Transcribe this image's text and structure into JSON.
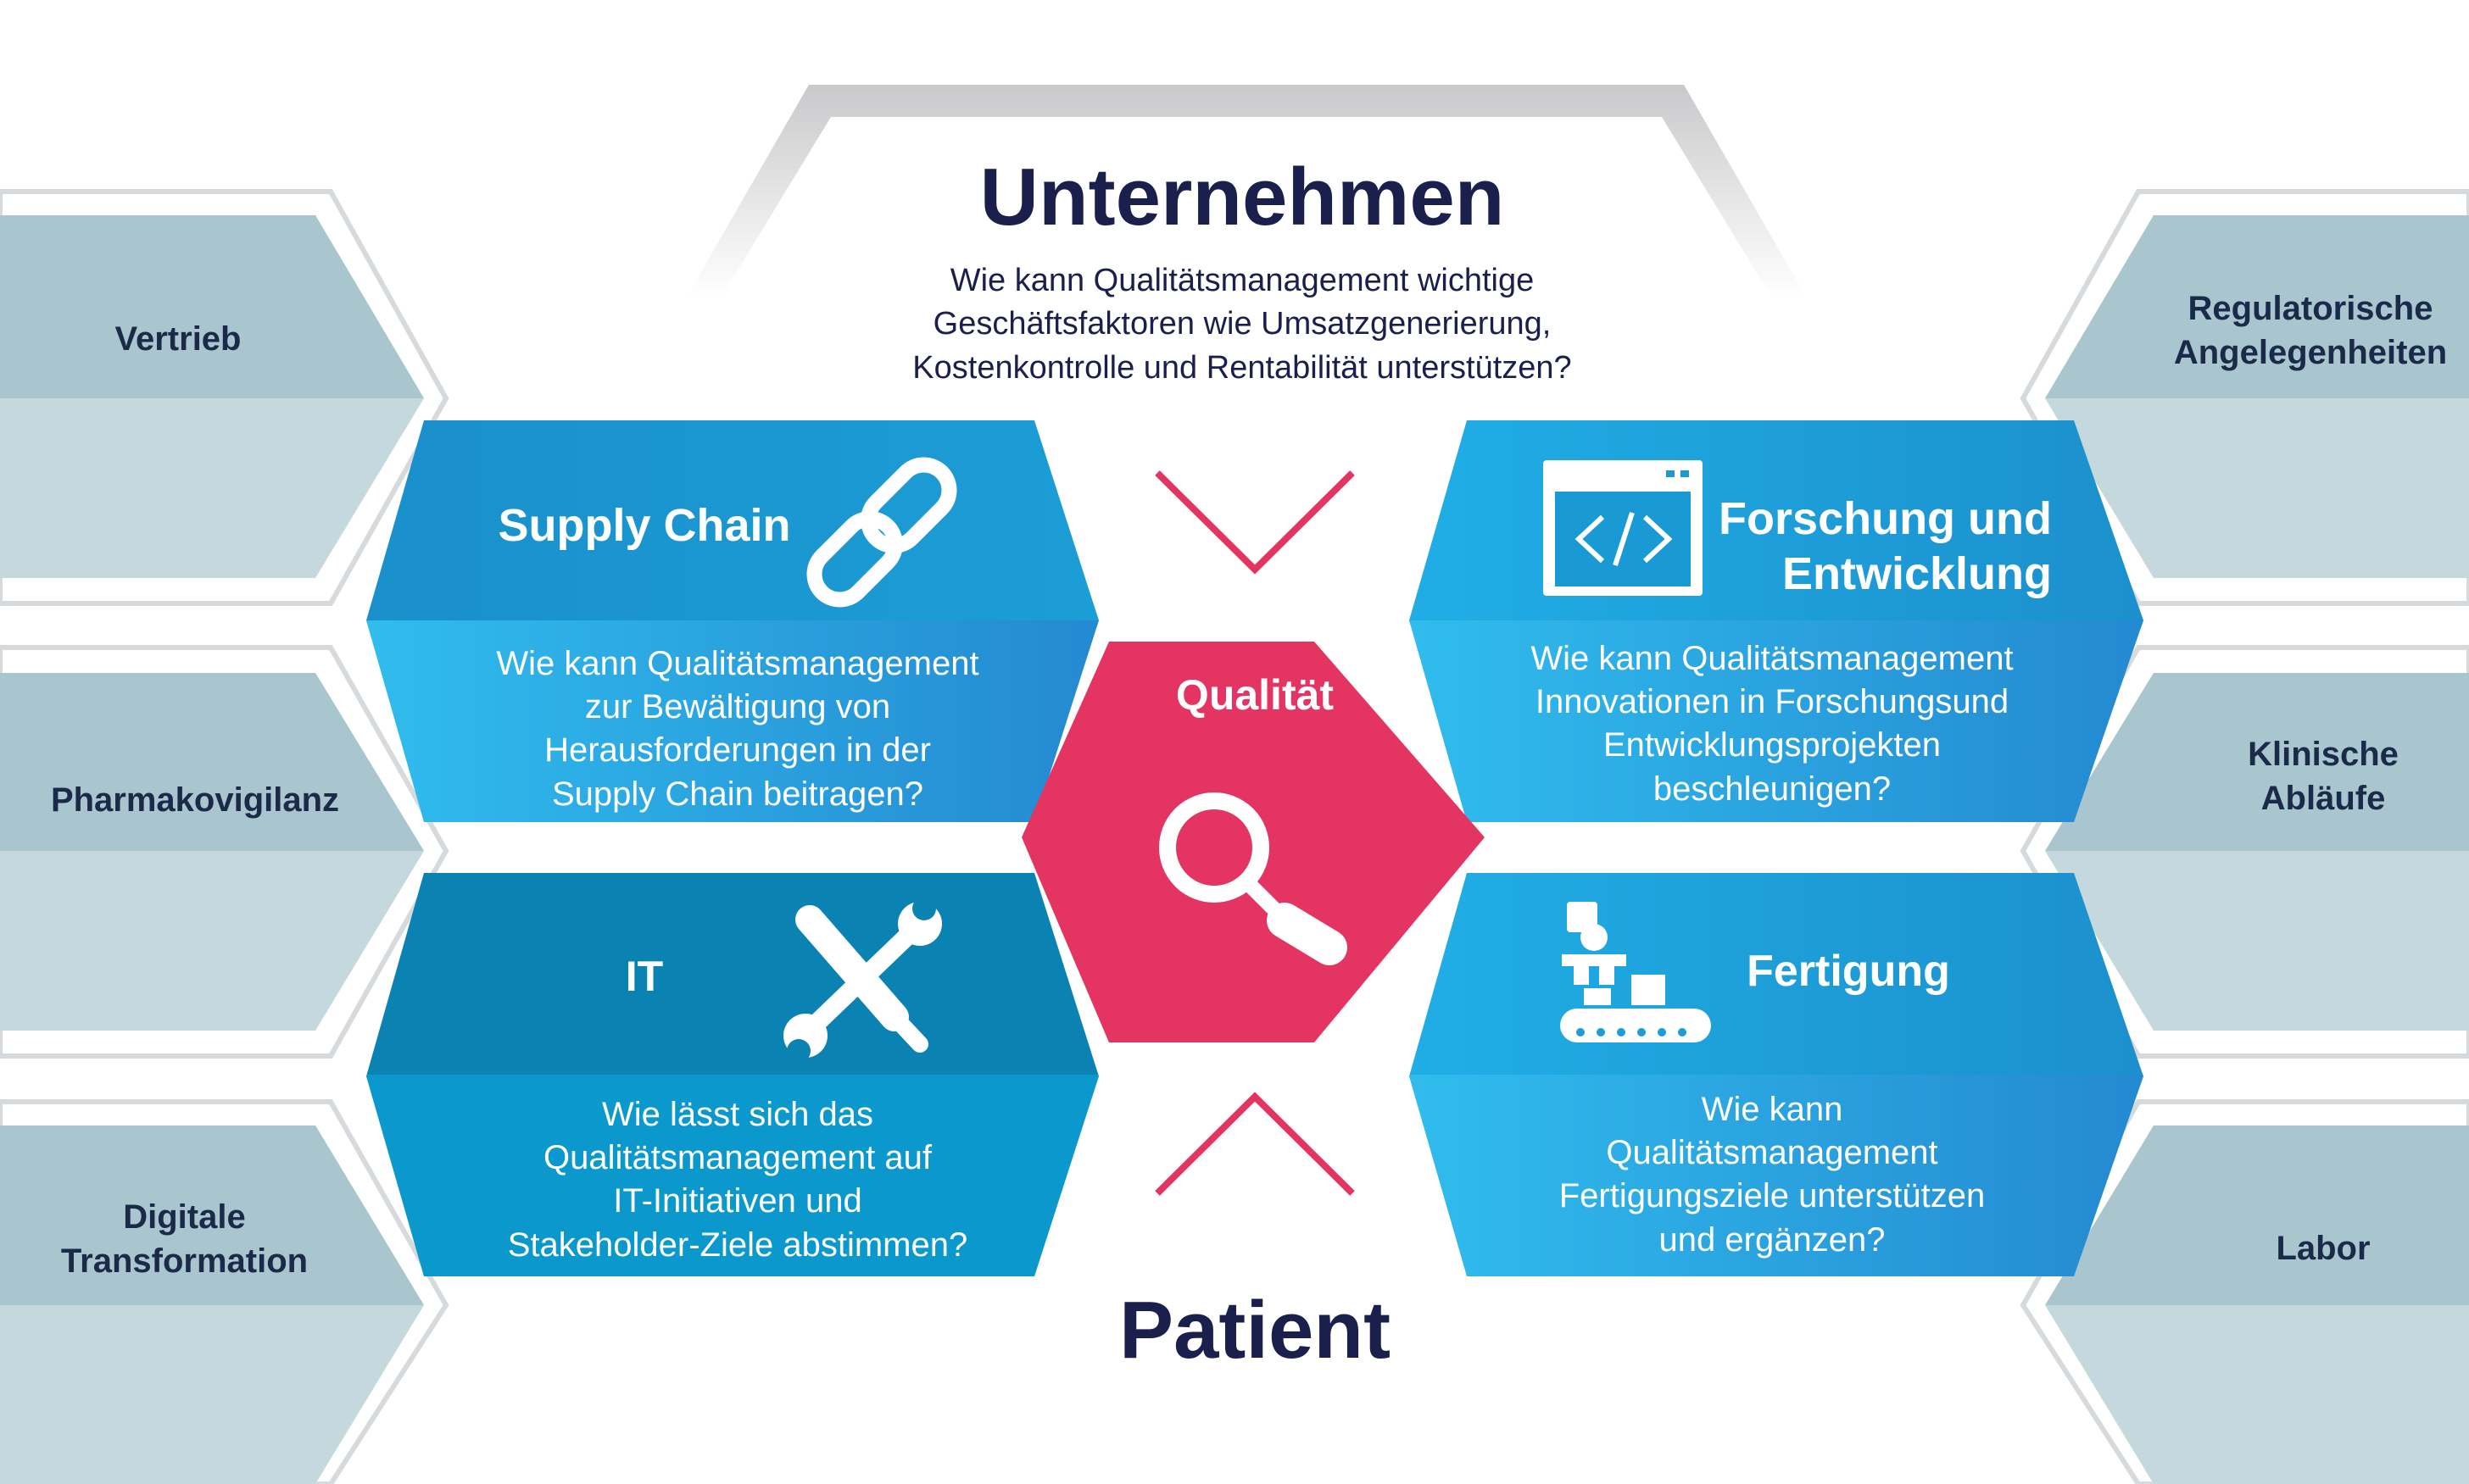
{
  "top": {
    "title": "Unternehmen",
    "question_lines": [
      "Wie kann Qualitätsmanagement wichtige",
      "Geschäftsfaktoren wie Umsatzgenerierung,",
      "Kostenkontrolle und Rentabilität unterstützen?"
    ]
  },
  "bottom": {
    "title": "Patient"
  },
  "center": {
    "label": "Qualität",
    "icon": "magnifier-icon"
  },
  "left_items": [
    {
      "lines": [
        "Vertrieb"
      ]
    },
    {
      "lines": [
        "Pharmakovigilanz"
      ]
    },
    {
      "lines": [
        "Digitale",
        "Transformation"
      ]
    }
  ],
  "right_items": [
    {
      "lines": [
        "Regulatorische",
        "Angelegenheiten"
      ]
    },
    {
      "lines": [
        "Klinische",
        "Abläufe"
      ]
    },
    {
      "lines": [
        "Labor"
      ]
    }
  ],
  "hexes": {
    "supply_chain": {
      "title_lines": [
        "Supply Chain"
      ],
      "icon": "chain-link-icon",
      "question_lines": [
        "Wie kann Qualitätsmanagement",
        "zur Bewältigung von",
        "Herausforderungen in der",
        "Supply Chain beitragen?"
      ]
    },
    "research": {
      "title_lines": [
        "Forschung und",
        "Entwicklung"
      ],
      "icon": "code-window-icon",
      "question_lines": [
        "Wie kann Qualitätsmanagement",
        "Innovationen in Forschungsund",
        "Entwicklungsprojekten",
        "beschleunigen?"
      ]
    },
    "it": {
      "title_lines": [
        "IT"
      ],
      "icon": "wrench-screwdriver-icon",
      "question_lines": [
        "Wie lässt sich das",
        "Qualitätsmanagement auf",
        "IT-Initiativen und",
        "Stakeholder-Ziele abstimmen?"
      ]
    },
    "manufacturing": {
      "title_lines": [
        "Fertigung"
      ],
      "icon": "factory-robot-icon",
      "question_lines": [
        "Wie kann",
        "Qualitätsmanagement",
        "Fertigungsziele unterstützen",
        "und ergänzen?"
      ]
    }
  },
  "colors": {
    "side_dark": "#a9c6cf",
    "side_light": "#c4d8de",
    "blue_top": "#1896cf",
    "blue_bottom_light": "#2cb7ea",
    "blue_bottom_dark": "#2588d1",
    "it_top": "#0a82b2",
    "it_bottom": "#0a98cd",
    "center": "#e33462",
    "navy": "#1a1f4b"
  }
}
